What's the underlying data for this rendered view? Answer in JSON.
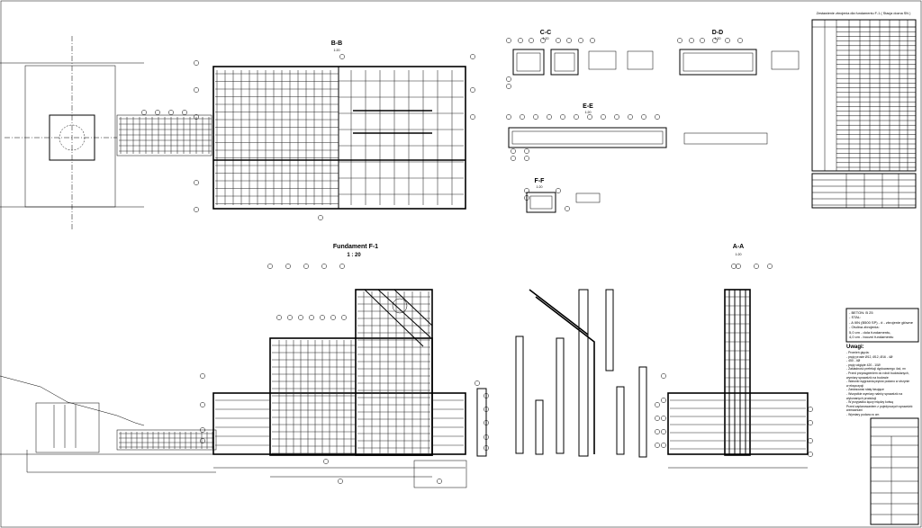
{
  "sections": {
    "bb": {
      "title": "B-B",
      "scale": "1:20"
    },
    "cc": {
      "title": "C-C",
      "scale": "1:20"
    },
    "dd": {
      "title": "D-D",
      "scale": "1:20"
    },
    "ee": {
      "title": "E-E",
      "scale": "1:20"
    },
    "ff": {
      "title": "F-F",
      "scale": "1:20"
    },
    "aa": {
      "title": "A-A",
      "scale": "1:20"
    },
    "main": {
      "title": "Fundament F-1",
      "scale": "1 : 20"
    }
  },
  "schedule": {
    "title": "Zestawienie zbrojenia dla fundamentu F-1 ( Stacja dozna SN )"
  },
  "notes": {
    "concrete_lines": [
      "- BETON: B 25",
      "- STAL:",
      "  - A IIIN (B500 SP) - # - zbrojenie główne",
      "- Otulina zbrojenia:",
      "  5,0 cm - dola fundamentu,",
      "  4,0 cm - boczni fundamentu"
    ],
    "uwagi_title": "Uwagi:",
    "uwagi_lines": [
      "- Promień gięcia:",
      "  - pręty proste  Ø12, Ø12, Ø16 - 4Ø",
      "  - 450 - 4Ø",
      "  - pręty odgięte  420 - 10Ø",
      "- Zakładność prefekcji dyplowanego 4xd, m²",
      "- Przed przystąpieniem do robót budowlanych,",
      "  wymiary sprawdzić na budowie",
      "- Warunki wygrzania prętów podano w otrzynie",
      "  w ekspozycji",
      "- Zastosować stalę fasujące",
      "- Wszystkie wymiary należy sprawdzić na",
      "  wykonanych produkcji",
      "- W przypadku łączy między kotwą",
      "  Przed zaplanowaniem z pojedynczych sprawdzić",
      "  wzmacniani",
      "- Wymiary podano w cm"
    ]
  },
  "colors": {
    "line": "#000000",
    "background": "#ffffff"
  }
}
